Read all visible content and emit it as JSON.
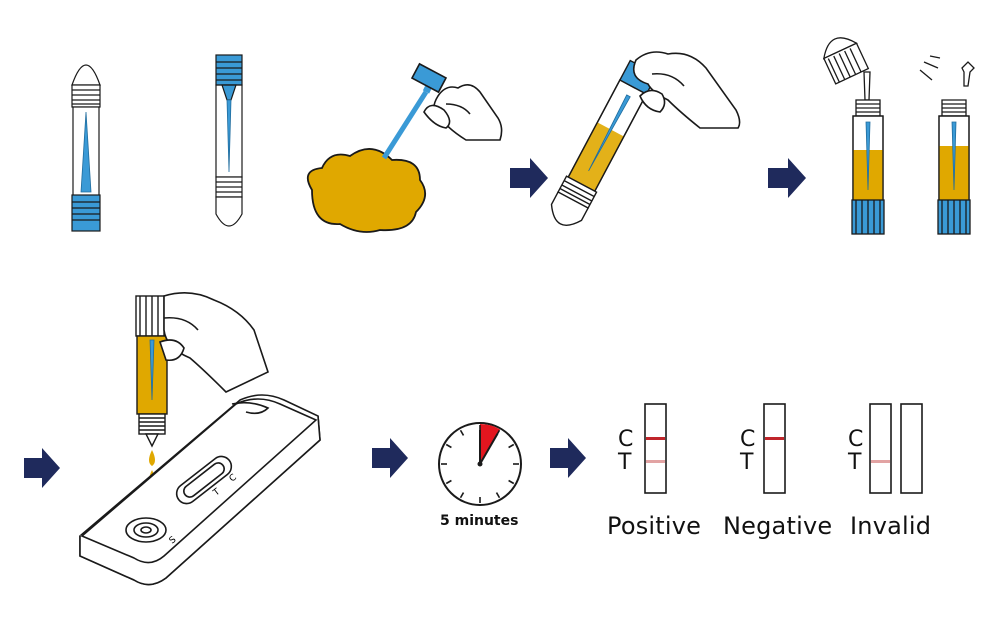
{
  "colors": {
    "arrow": "#1f2a5c",
    "swab_blue": "#3a9ad6",
    "sample": "#e0a800",
    "outline": "#1a1a1a",
    "control_line": "#c0252b",
    "test_line": "#e2a3a3",
    "timer_wedge": "#e3161f"
  },
  "icons": [
    "arrow-right-icon",
    "swab-tube-icon",
    "hand-icon",
    "stool-sample-icon",
    "test-cassette-icon",
    "timer-icon",
    "test-strip-icon"
  ],
  "timer": {
    "label": "5 minutes",
    "minutes": 5
  },
  "strips": {
    "line_c": "C",
    "line_t": "T",
    "results": [
      {
        "label": "Positive",
        "control": true,
        "test": true
      },
      {
        "label": "Negative",
        "control": true,
        "test": false
      },
      {
        "label": "Invalid",
        "control": false,
        "test": true
      }
    ]
  },
  "cassette": {
    "window_c": "C",
    "window_t": "T",
    "well_s": "S"
  }
}
